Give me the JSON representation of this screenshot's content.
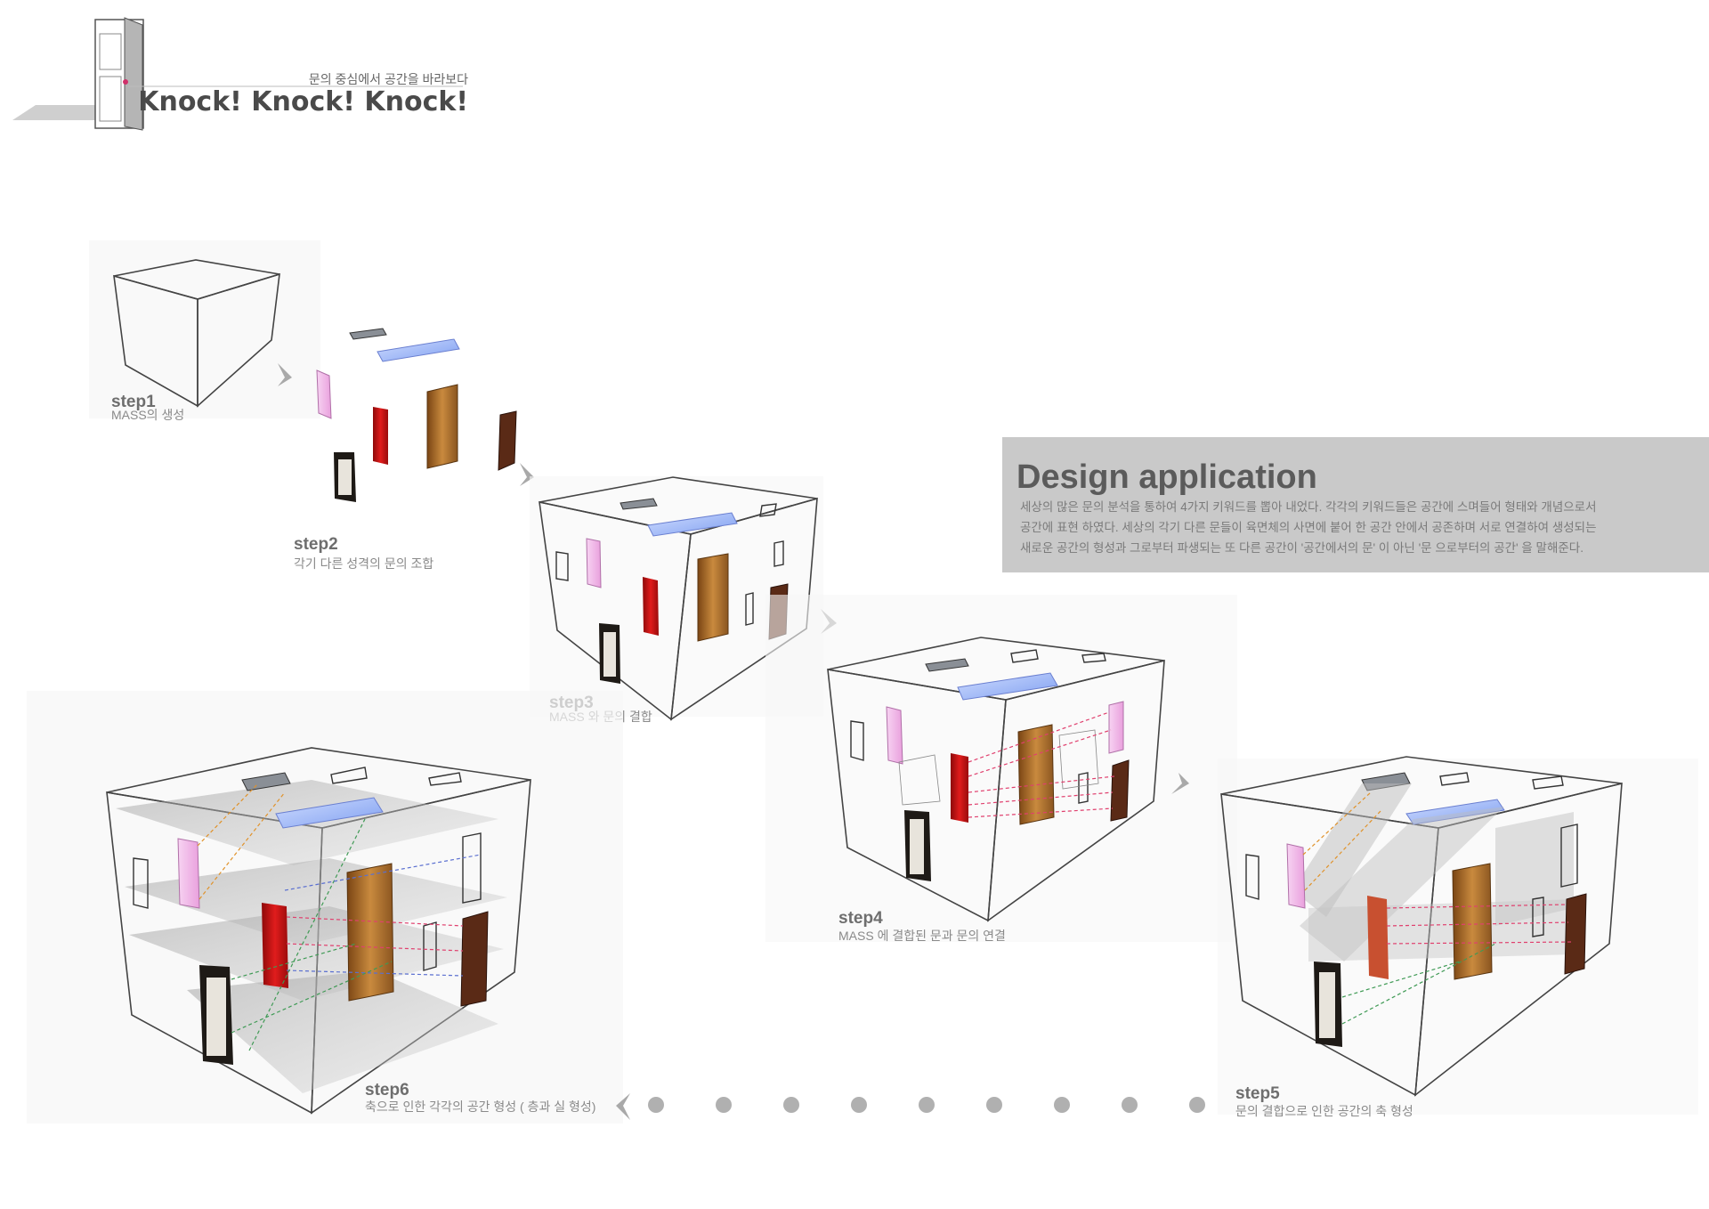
{
  "header": {
    "subtitle": "문의 중심에서 공간을 바라보다",
    "title": "Knock! Knock! Knock!"
  },
  "design_application": {
    "title": "Design application",
    "lines": [
      "세상의 많은 문의 분석을 통하여 4가지 키워드를  뽑아 내었다. 각각의 키워드들은 공간에 스며들어 형태와 개념으로서",
      "공간에 표현 하였다. 세상의 각기 다른 문들이 육면체의 사면에 붙어 한 공간 안에서 공존하며 서로 연결하여 생성되는",
      "새로운 공간의 형성과 그로부터 파생되는 또 다른 공간이 '공간에서의 문' 이 아닌  '문 으로부터의 공간' 을 말해준다."
    ]
  },
  "steps": [
    {
      "label": "step1",
      "caption": "MASS의 생성"
    },
    {
      "label": "step2",
      "caption": "각기 다른 성격의 문의 조합"
    },
    {
      "label": "step3",
      "caption": "MASS 와 문의 결합"
    },
    {
      "label": "step4",
      "caption": "MASS 에 결합된 문과 문의 연결"
    },
    {
      "label": "step5",
      "caption": "문의 결합으로 인한 공간의 축 형성"
    },
    {
      "label": "step6",
      "caption": "축으로 인한 각각의 공간 형성 ( 층과 실 형성)"
    }
  ],
  "colors": {
    "panel": "#c8c8c8",
    "door_wood": "#a8652a",
    "door_red": "#c81414",
    "door_pink": "#f0b6e6",
    "door_dark": "#2a2218",
    "skylight_blue": "#9cb6f4",
    "link_pink": "#e0406e",
    "link_green": "#3f9a55",
    "link_orange": "#e0922a",
    "link_blue": "#5a6fd0"
  },
  "icons": [
    "door-icon",
    "chevron-right-icon",
    "chevron-left-icon"
  ]
}
